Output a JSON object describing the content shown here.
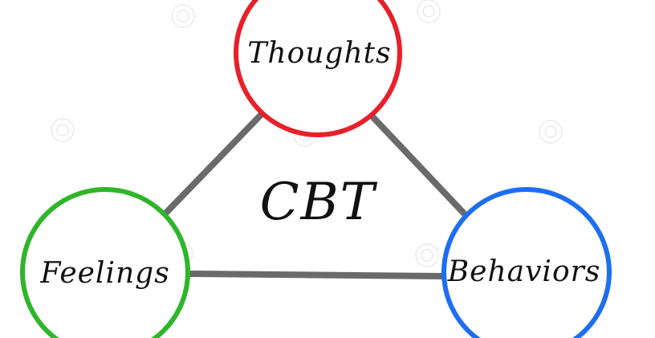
{
  "diagram": {
    "center": {
      "label": "CBT"
    },
    "nodes": [
      {
        "id": "thoughts",
        "label": "Thoughts",
        "color": "#e8202a"
      },
      {
        "id": "feelings",
        "label": "Feelings",
        "color": "#2fb52a"
      },
      {
        "id": "behaviors",
        "label": "Behaviors",
        "color": "#1e6ff0"
      }
    ],
    "edges": [
      {
        "from": "thoughts",
        "to": "feelings"
      },
      {
        "from": "thoughts",
        "to": "behaviors"
      },
      {
        "from": "feelings",
        "to": "behaviors"
      }
    ],
    "edge_color": "#6a6a6a"
  }
}
